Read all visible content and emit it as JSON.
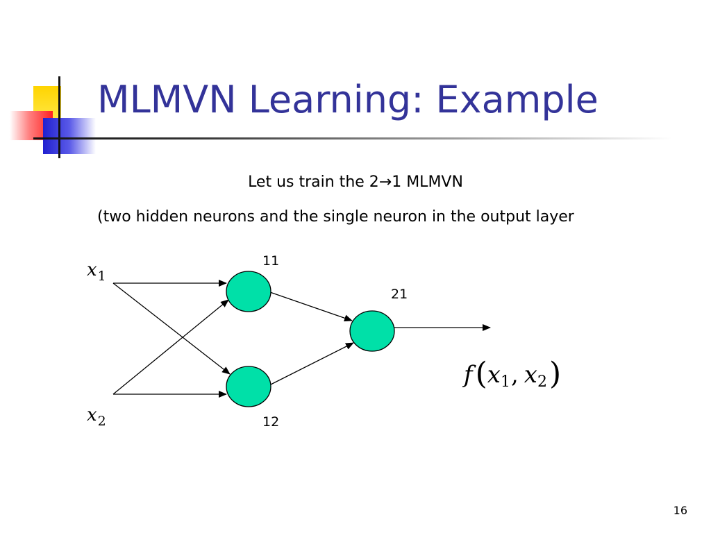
{
  "slide": {
    "title": "MLMVN Learning: Example",
    "subtitle": "Let us train the 2→1 MLMVN",
    "description": "(two hidden neurons and the single neuron in the output layer",
    "page_number": "16"
  },
  "diagram": {
    "inputs": [
      {
        "symbol": "x",
        "subscript": "1"
      },
      {
        "symbol": "x",
        "subscript": "2"
      }
    ],
    "neurons": [
      {
        "label": "11"
      },
      {
        "label": "12"
      },
      {
        "label": "21"
      }
    ],
    "output": {
      "func": "f",
      "open": "(",
      "arg1": "x",
      "sub1": "1",
      "comma": ",",
      "arg2": "x",
      "sub2": "2",
      "close": ")"
    },
    "colors": {
      "neuron_fill": "#00e0a8",
      "neuron_stroke": "#000000",
      "title": "#333399",
      "connection": "#000000"
    }
  }
}
